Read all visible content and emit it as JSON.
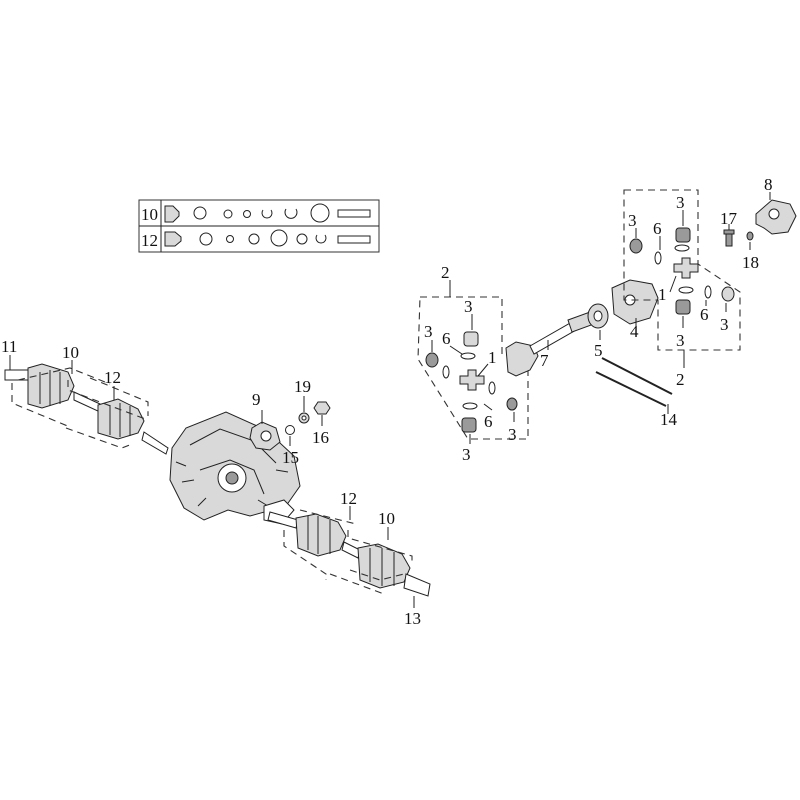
{
  "kit_table": {
    "rows": [
      {
        "label": "10",
        "stamp": "~"
      },
      {
        "label": "12",
        "stamp": "~"
      }
    ]
  },
  "callouts": {
    "c11": "11",
    "c10_left": "10",
    "c12_left": "12",
    "c9": "9",
    "c19": "19",
    "c16": "16",
    "c15": "15",
    "c12_right": "12",
    "c10_right": "10",
    "c13": "13",
    "c2_left": "2",
    "c3_a": "3",
    "c3_b": "3",
    "c6_a": "6",
    "c1_a": "1",
    "c6_b": "6",
    "c3_c": "3",
    "c3_d": "3",
    "c7": "7",
    "c5": "5",
    "c4": "4",
    "c14": "14",
    "c3_e": "3",
    "c3_f": "3",
    "c6_c": "6",
    "c1_b": "1",
    "c6_d": "6",
    "c3_g": "3",
    "c3_h": "3",
    "c2_right": "2",
    "c17": "17",
    "c18": "18",
    "c8": "8"
  }
}
